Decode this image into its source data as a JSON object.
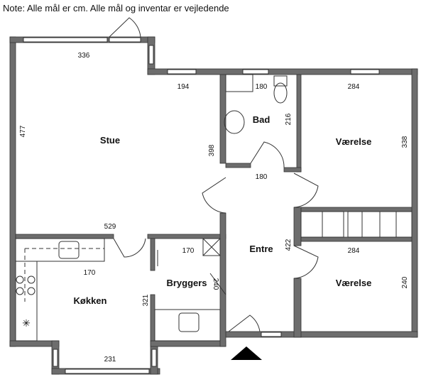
{
  "note": "Note: Alle mål er cm. Alle mål og inventar er vejledende",
  "rooms": {
    "stue": "Stue",
    "bad": "Bad",
    "vaerelse1": "Værelse",
    "vaerelse2": "Værelse",
    "entre": "Entre",
    "bryggers": "Bryggers",
    "kokken": "Køkken"
  },
  "dimensions": {
    "stue_width": "336",
    "stue_width2": "194",
    "stue_height": "477",
    "stue_height2": "398",
    "stue_bottom": "529",
    "bad_width": "180",
    "bad_height": "216",
    "vaerelse1_width": "284",
    "vaerelse1_height": "338",
    "entre_width": "180",
    "entre_height": "422",
    "vaerelse2_width": "284",
    "vaerelse2_height": "240",
    "bryggers_width": "170",
    "bryggers_height": "240",
    "kokken_width": "170",
    "kokken_height": "321",
    "kokken_bottom": "231"
  },
  "colors": {
    "wall": "#6d6d6d"
  }
}
